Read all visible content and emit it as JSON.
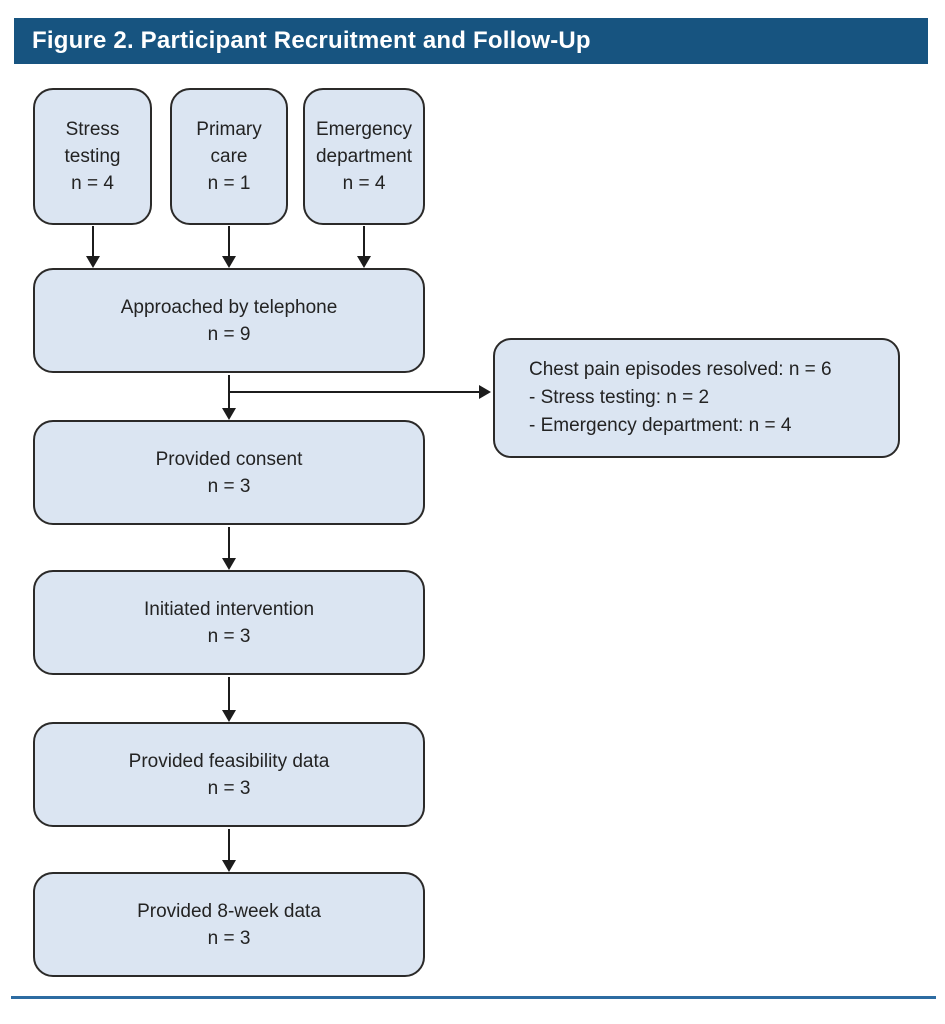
{
  "title_bar": {
    "text": "Figure 2. Participant Recruitment and Follow-Up"
  },
  "colors": {
    "title_bg": "#175480",
    "title_fg": "#ffffff",
    "box_fill": "#dbe5f2",
    "box_border": "#2b2a29",
    "text": "#232323",
    "arrow": "#1c1c1c",
    "rule": "#2d6ca2"
  },
  "boxes": {
    "stress": {
      "label": "Stress testing",
      "n": "n = 4"
    },
    "primary": {
      "label": "Primary care",
      "n": "n = 1"
    },
    "emergency": {
      "label": "Emergency department",
      "n": "n = 4"
    },
    "approached": {
      "label": "Approached by telephone",
      "n": "n = 9"
    },
    "consent": {
      "label": "Provided consent",
      "n": "n = 3"
    },
    "initiated": {
      "label": "Initiated intervention",
      "n": "n = 3"
    },
    "feasibility": {
      "label": "Provided feasibility data",
      "n": "n = 3"
    },
    "eight_week": {
      "label": "Provided 8-week data",
      "n": "n = 3"
    },
    "resolved": {
      "lines": [
        "Chest pain episodes resolved: n = 6",
        "- Stress testing: n = 2",
        "- Emergency department: n = 4"
      ]
    }
  }
}
